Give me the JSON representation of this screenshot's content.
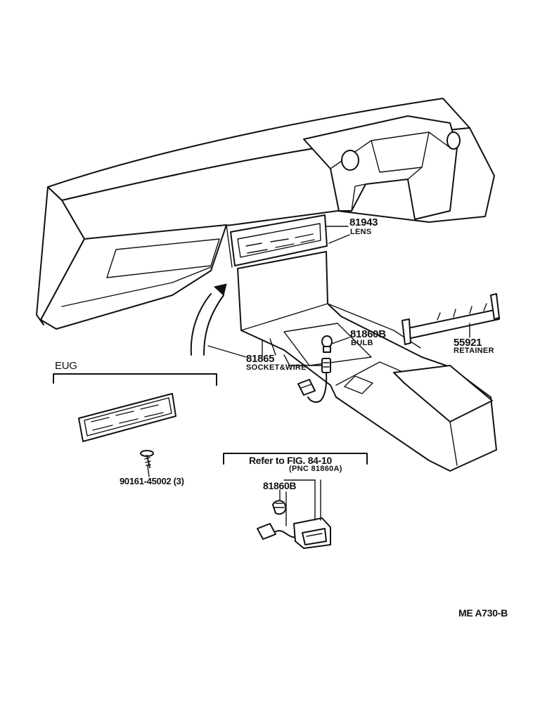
{
  "callouts": {
    "lens": {
      "part_no": "81943",
      "name": "LENS"
    },
    "bulb": {
      "part_no": "81860B",
      "name": "BULB"
    },
    "retainer": {
      "part_no": "55921",
      "name": "RETAINER"
    },
    "socket_wire": {
      "part_no": "81865",
      "name": "SOCKET&WIRE"
    },
    "screw": {
      "part_no": "90161-45002 (3)"
    },
    "sub_bulb": {
      "part_no": "81860B"
    }
  },
  "groups": {
    "eug": {
      "label": "EUG"
    },
    "reference": {
      "line1": "Refer to FIG. 84-10",
      "line2": "(PNC 81860A)"
    }
  },
  "footer": {
    "code": "ME A730-B"
  }
}
